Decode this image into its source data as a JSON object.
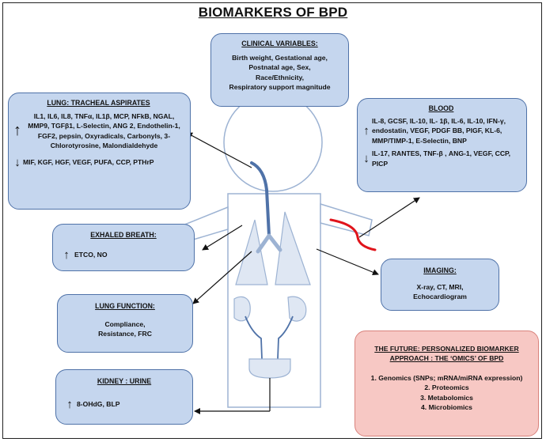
{
  "title": "BIOMARKERS OF BPD",
  "clinical": {
    "title": "CLINICAL VARIABLES:",
    "lines": [
      "Birth weight, Gestational age,",
      "Postnatal age, Sex,",
      "Race/Ethnicity,",
      "Respiratory support magnitude"
    ]
  },
  "lung_ta": {
    "title": "LUNG: TRACHEAL ASPIRATES",
    "up": "IL1, IL6, IL8, TNFα, IL1β, MCP, NFkB, NGAL, MMP9, TGFβ1, L-Selectin, ANG 2, Endothelin-1, FGF2, pepsin, Oxyradicals, Carbonyls, 3-Chlorotyrosine, Malondialdehyde",
    "down": "MIF, KGF, HGF, VEGF, PUFA, CCP, PTHrP"
  },
  "blood": {
    "title": "BLOOD",
    "up": "IL-8, GCSF, IL-10, IL- 1β, IL-6, IL-10, IFN-γ, endostatin, VEGF, PDGF BB, PIGF, KL-6, MMP/TIMP-1, E-Selectin, BNP",
    "down": "IL-17, RANTES, TNF-β ,  ANG-1, VEGF, CCP, PICP"
  },
  "exhaled": {
    "title": "EXHALED BREATH:",
    "up": "ETCO, NO"
  },
  "imaging": {
    "title": "IMAGING:",
    "lines": [
      "X-ray, CT, MRI,",
      "Echocardiogram"
    ]
  },
  "lung_function": {
    "title": "LUNG FUNCTION:",
    "lines": [
      "Compliance,",
      "Resistance, FRC"
    ]
  },
  "kidney": {
    "title": "KIDNEY : URINE",
    "up": "8-OHdG,  BLP"
  },
  "future": {
    "title_lines": [
      "THE FUTURE: PERSONALIZED BIOMARKER",
      "APPROACH :  THE ‘OMICS’ OF BPD"
    ],
    "items": [
      "1. Genomics (SNPs; mRNA/miRNA expression)",
      "2. Proteomics",
      "3. Metabolomics",
      "4. Microbiomics"
    ]
  },
  "icons": {
    "increase": "↑",
    "decrease": "↓"
  },
  "colors": {
    "box_fill": "#c5d6ee",
    "box_border": "#4f72a8",
    "future_fill": "#f7c8c4",
    "vessel": "#e0141b",
    "airway": "#4f72a8"
  }
}
